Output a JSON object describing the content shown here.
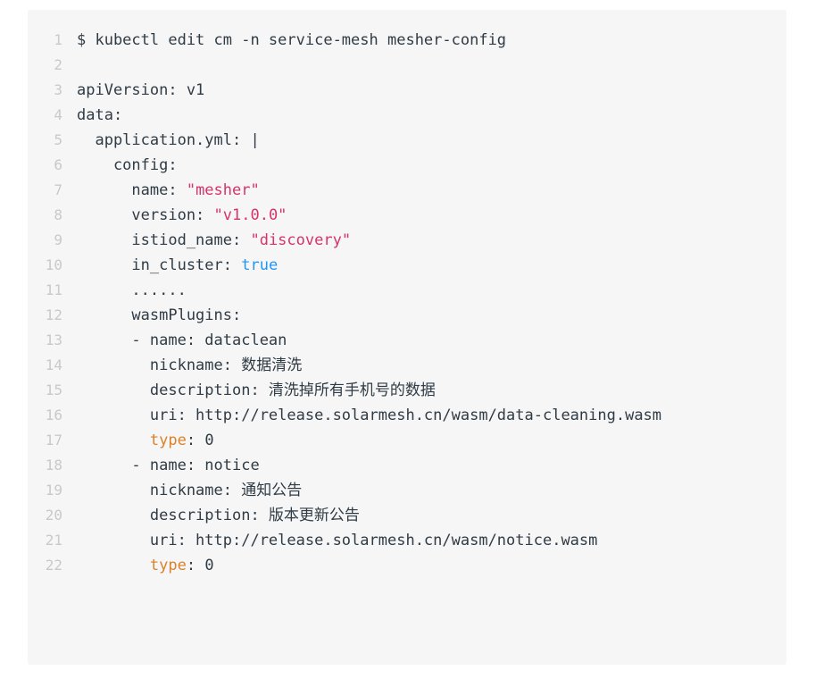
{
  "page": {
    "background": "#ffffff",
    "block_background": "#f6f6f6",
    "gutter_color": "#c9c9c9",
    "text_color": "#2f3b45",
    "accent_string": "#d6336c",
    "accent_boolean": "#2196f3",
    "accent_key": "#d9822b"
  },
  "code_block": {
    "language": "yaml",
    "lines": [
      {
        "num": "1",
        "tokens": [
          {
            "t": "$ kubectl edit cm -n service-mesh mesher-config",
            "c": "plain"
          }
        ]
      },
      {
        "num": "2",
        "tokens": [
          {
            "t": "",
            "c": "plain"
          }
        ]
      },
      {
        "num": "3",
        "tokens": [
          {
            "t": "apiVersion: v1",
            "c": "plain"
          }
        ]
      },
      {
        "num": "4",
        "tokens": [
          {
            "t": "data:",
            "c": "plain"
          }
        ]
      },
      {
        "num": "5",
        "tokens": [
          {
            "t": "  application.yml: |",
            "c": "plain"
          }
        ]
      },
      {
        "num": "6",
        "tokens": [
          {
            "t": "    config:",
            "c": "plain"
          }
        ]
      },
      {
        "num": "7",
        "tokens": [
          {
            "t": "      name: ",
            "c": "plain"
          },
          {
            "t": "\"mesher\"",
            "c": "str"
          }
        ]
      },
      {
        "num": "8",
        "tokens": [
          {
            "t": "      version: ",
            "c": "plain"
          },
          {
            "t": "\"v1.0.0\"",
            "c": "str"
          }
        ]
      },
      {
        "num": "9",
        "tokens": [
          {
            "t": "      istiod_name: ",
            "c": "plain"
          },
          {
            "t": "\"discovery\"",
            "c": "str"
          }
        ]
      },
      {
        "num": "10",
        "tokens": [
          {
            "t": "      in_cluster: ",
            "c": "plain"
          },
          {
            "t": "true",
            "c": "bool"
          }
        ]
      },
      {
        "num": "11",
        "tokens": [
          {
            "t": "      ......",
            "c": "plain"
          }
        ]
      },
      {
        "num": "12",
        "tokens": [
          {
            "t": "      wasmPlugins:",
            "c": "plain"
          }
        ]
      },
      {
        "num": "13",
        "tokens": [
          {
            "t": "      - name: dataclean",
            "c": "plain"
          }
        ]
      },
      {
        "num": "14",
        "tokens": [
          {
            "t": "        nickname: 数据清洗",
            "c": "plain"
          }
        ]
      },
      {
        "num": "15",
        "tokens": [
          {
            "t": "        description: 清洗掉所有手机号的数据",
            "c": "plain"
          }
        ]
      },
      {
        "num": "16",
        "tokens": [
          {
            "t": "        uri: http://release.solarmesh.cn/wasm/data-cleaning.wasm",
            "c": "plain"
          }
        ]
      },
      {
        "num": "17",
        "tokens": [
          {
            "t": "        ",
            "c": "plain"
          },
          {
            "t": "type",
            "c": "key"
          },
          {
            "t": ": 0",
            "c": "plain"
          }
        ]
      },
      {
        "num": "18",
        "tokens": [
          {
            "t": "      - name: notice",
            "c": "plain"
          }
        ]
      },
      {
        "num": "19",
        "tokens": [
          {
            "t": "        nickname: 通知公告",
            "c": "plain"
          }
        ]
      },
      {
        "num": "20",
        "tokens": [
          {
            "t": "        description: 版本更新公告",
            "c": "plain"
          }
        ]
      },
      {
        "num": "21",
        "tokens": [
          {
            "t": "        uri: http://release.solarmesh.cn/wasm/notice.wasm",
            "c": "plain"
          }
        ]
      },
      {
        "num": "22",
        "tokens": [
          {
            "t": "        ",
            "c": "plain"
          },
          {
            "t": "type",
            "c": "key"
          },
          {
            "t": ": 0",
            "c": "plain"
          }
        ]
      }
    ]
  }
}
